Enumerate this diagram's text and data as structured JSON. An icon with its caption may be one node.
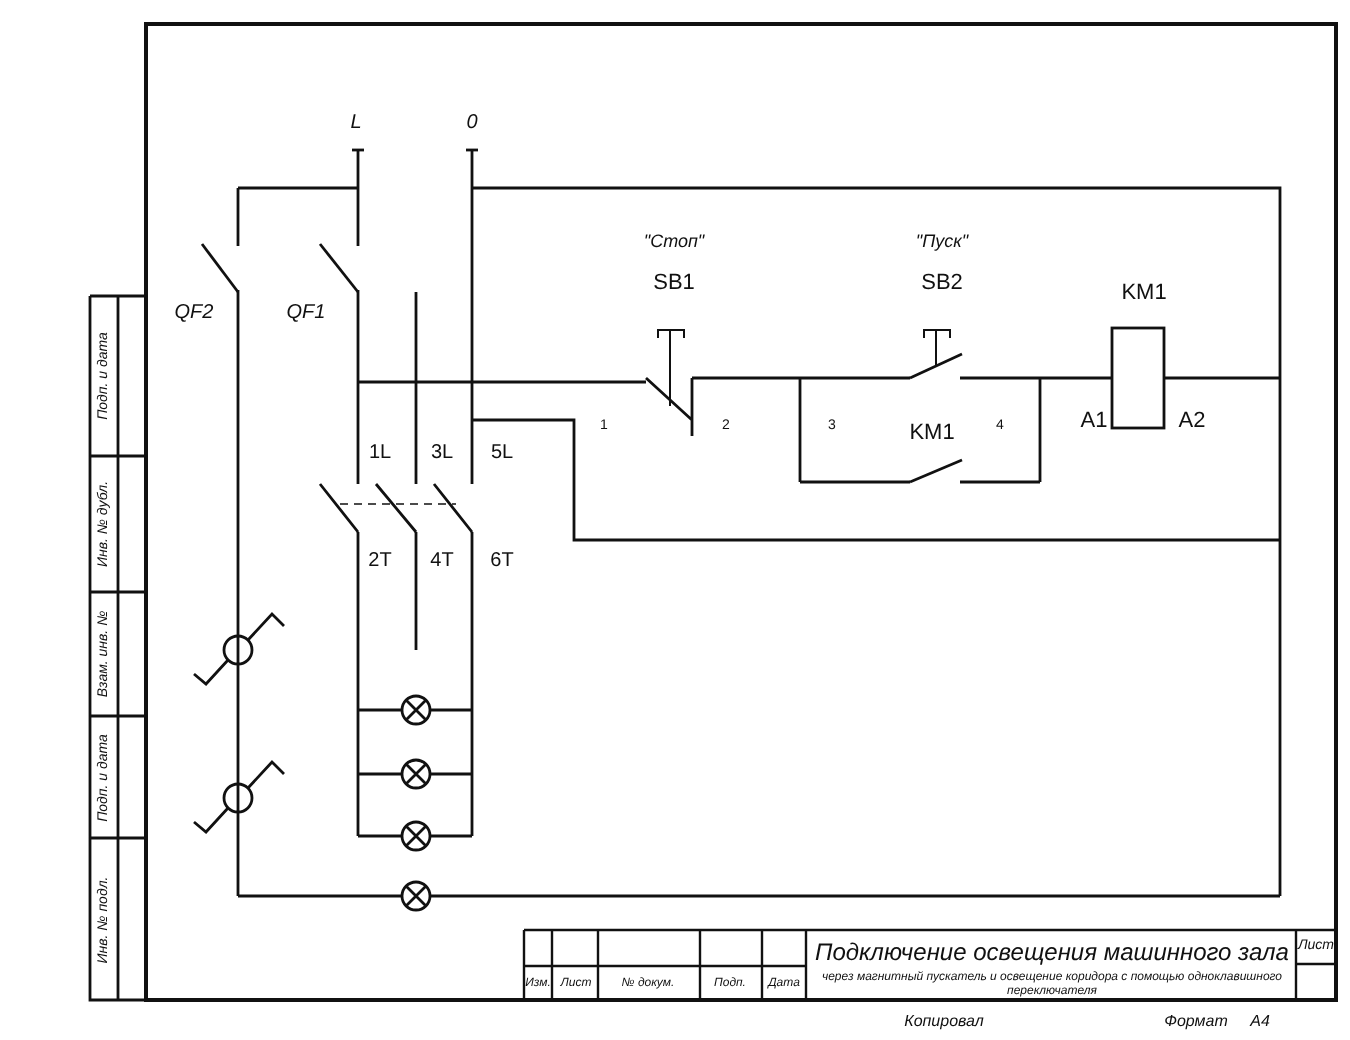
{
  "diagram": {
    "title": "Подключение освещения машинного зала",
    "labels": [
      "L",
      "0",
      "\"Стоп\"",
      "\"Пуск\"",
      "SB1",
      "SB2",
      "KM1",
      "QF2",
      "QF1",
      "1",
      "2",
      "3",
      "4",
      "KM1",
      "A1",
      "A2",
      "1L",
      "3L",
      "5L",
      "2T",
      "4T",
      "6T",
      "Подп. и дата",
      "Инв. № дубл.",
      "Взам. инв. №",
      "Подп. и дата",
      "Инв. № подл.",
      "Изм.",
      "Лист",
      "№ докум.",
      "Подп.",
      "Дата",
      "через магнитный пускатель и освещение коридора с помощью одноклавишного переключателя",
      "Лист",
      "Копировал",
      "Формат",
      "A4"
    ]
  }
}
